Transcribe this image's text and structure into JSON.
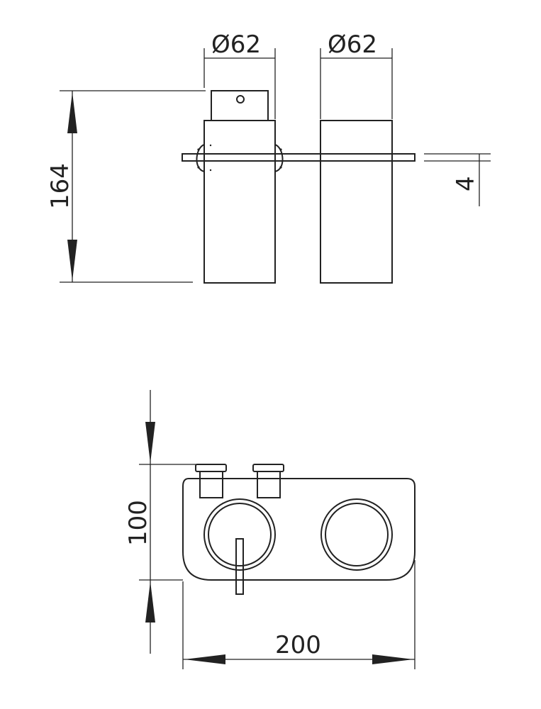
{
  "drawing": {
    "side_view": {
      "diameter_left": "Ø62",
      "diameter_right": "Ø62",
      "height": "164",
      "plate_thickness": "4"
    },
    "top_view": {
      "depth": "100",
      "width": "200"
    },
    "colors": {
      "line": "#222222",
      "background": "#ffffff"
    }
  }
}
